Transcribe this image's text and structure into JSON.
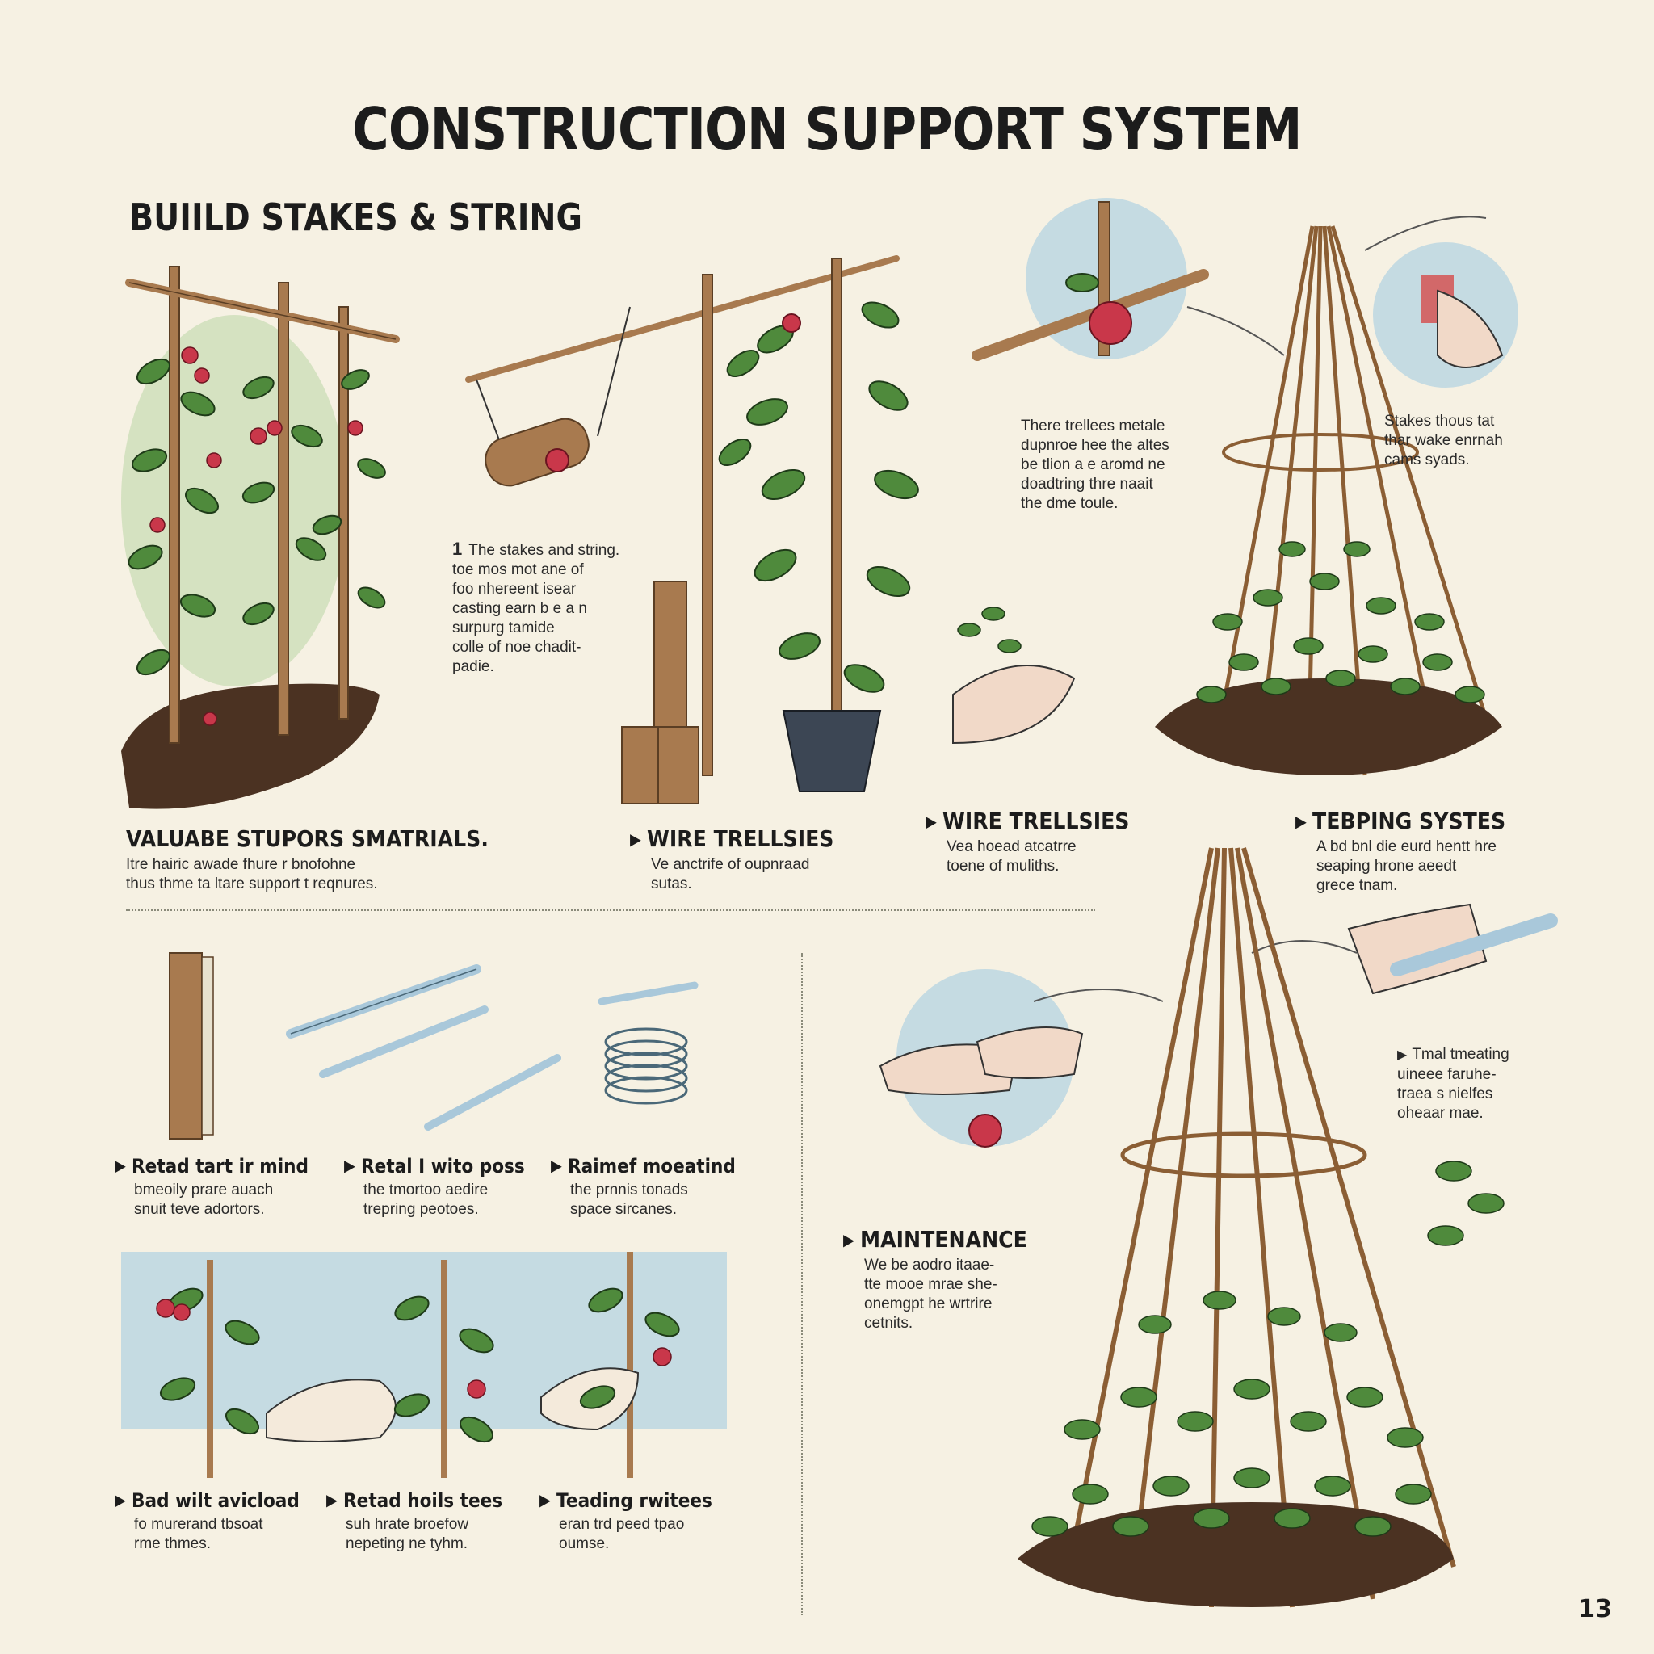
{
  "page": {
    "title": "CONSTRUCTION SUPPORT SYSTEM",
    "subtitle": "BUIILD STAKES & STRING",
    "page_number": "13"
  },
  "top_section": {
    "step_number": "1",
    "step_note": "The stakes and string.\ntoe mos mot ane of\nfoo nhereent isear\ncasting earn b e a n\nsurpurg tamide\ncolle of noe chadit-\npadie.",
    "caption_materials": {
      "title": "VALUABE STUPORS SMATRIALS.",
      "body": "Itre hairic awade fhure r bnofohne\nthus thme ta ltare support t reqnures."
    },
    "caption_wire_1": {
      "title": "WIRE TRELLSIES",
      "body": "Ve anctrife of oupnraad\nsutas."
    },
    "caption_wire_2": {
      "title": "WIRE TRELLSIES",
      "body": "Vea hoead atcatrre\ntoene of muliths."
    },
    "caption_teepee": {
      "title": "TEBPING SYSTES",
      "body": "A bd bnl die eurd hentt hre\nseaping hrone aeedt\ngrece tnam."
    },
    "note_trellis": "There trellees metale\ndupnroe hee the altes\nbe tlion a e aromd ne\ndoadtring thre naait\nthe dme toule.",
    "note_stakes": "Stakes thous tat\nthar wake enrnah\ncams syads."
  },
  "materials_row": [
    {
      "title": "Retad tart ir mind",
      "body": "bmeoily prare auach\nsnuit teve adortors."
    },
    {
      "title": "Retal I wito poss",
      "body": "the tmortoo aedire\ntrepring peotoes."
    },
    {
      "title": "Raimef moeatind",
      "body": "the prnnis tonads\nspace sircanes."
    }
  ],
  "tying_row": [
    {
      "title": "Bad wilt avicload",
      "body": "fo murerand tbsoat\nrme thmes."
    },
    {
      "title": "Retad hoils tees",
      "body": "suh hrate broefow\nnepeting ne tyhm."
    },
    {
      "title": "Teading rwitees",
      "body": "eran trd peed tpao\noumse."
    }
  ],
  "bottom_right": {
    "note_tool": "Tmal tmeating\nuineee faruhe-\ntraea s nielfes\noheaar mae.",
    "caption_maintenance": {
      "title": "MAINTENANCE",
      "body": "We be aodro itaae-\ntte mooe mrae she-\nonemgpt he wrtrire\ncetnits."
    }
  },
  "colors": {
    "background": "#f6f1e3",
    "wood": "#a87a4f",
    "leaf": "#4f8a3c",
    "berry": "#c9374a",
    "soil": "#4b3222",
    "wire_blue": "#a9c8da",
    "pale_blue_circle": "#c5dbe2",
    "pale_green_wash": "#c8dcb2"
  }
}
